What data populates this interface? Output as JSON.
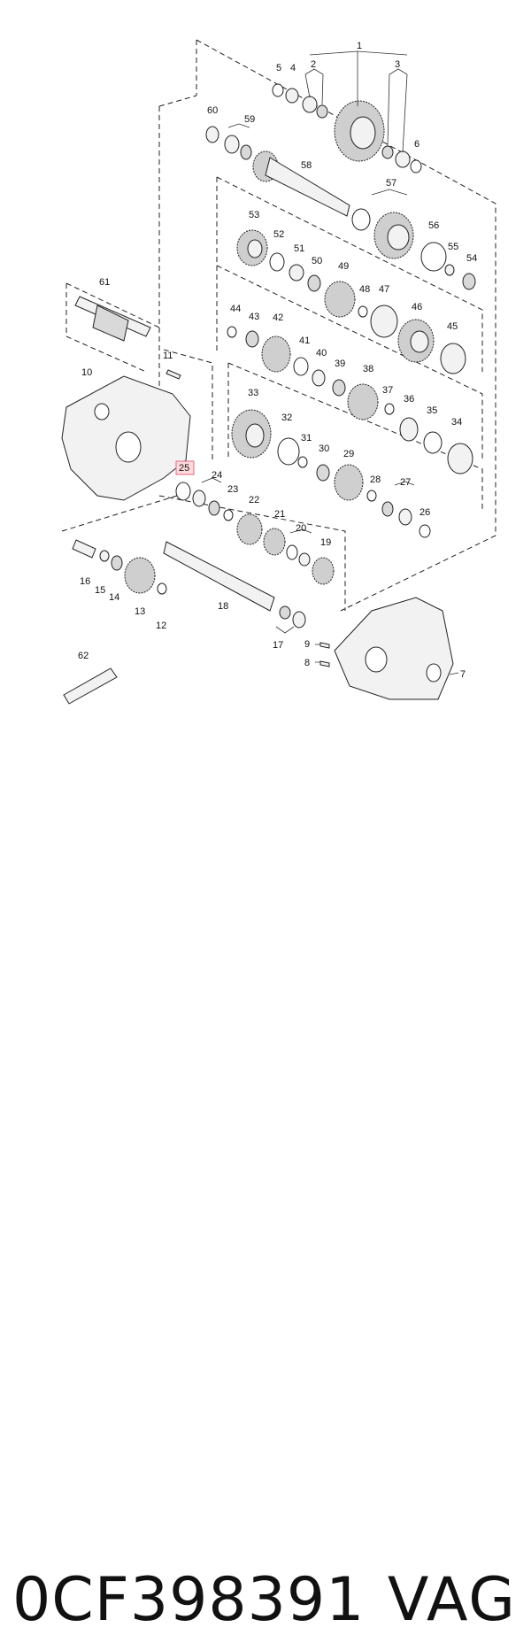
{
  "diagram": {
    "labels": [
      "1",
      "2",
      "3",
      "4",
      "5",
      "6",
      "7",
      "8",
      "9",
      "10",
      "11",
      "12",
      "13",
      "14",
      "15",
      "16",
      "17",
      "18",
      "19",
      "20",
      "21",
      "22",
      "23",
      "24",
      "25",
      "26",
      "27",
      "28",
      "29",
      "30",
      "31",
      "32",
      "33",
      "34",
      "35",
      "36",
      "37",
      "38",
      "39",
      "40",
      "41",
      "42",
      "43",
      "44",
      "45",
      "46",
      "47",
      "48",
      "49",
      "50",
      "51",
      "52",
      "53",
      "54",
      "55",
      "56",
      "57",
      "58",
      "59",
      "60",
      "61",
      "62"
    ],
    "highlighted_label": "25"
  },
  "caption": {
    "part_number": "0CF398391",
    "brand": "VAG"
  }
}
